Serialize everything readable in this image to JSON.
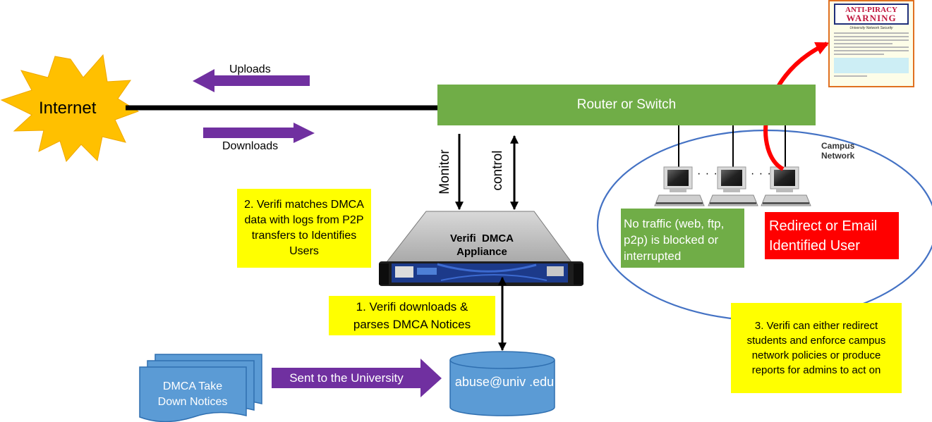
{
  "internet": {
    "label": "Internet"
  },
  "uploads": {
    "label": "Uploads"
  },
  "downloads": {
    "label": "Downloads"
  },
  "router": {
    "label": "Router or Switch"
  },
  "monitor": {
    "label": "Monitor"
  },
  "control": {
    "label": "control"
  },
  "appliance": {
    "label_line1": "Verifi  DMCA",
    "label_line2": "Appliance"
  },
  "step2": {
    "text": "2. Verifi matches DMCA data with logs from P2P transfers to Identifies Users"
  },
  "step1": {
    "text": "1. Verifi downloads & parses DMCA Notices"
  },
  "step3": {
    "text": "3. Verifi can either redirect students and enforce campus network policies or produce reports for admins to act on"
  },
  "campus": {
    "line1": "Campus",
    "line2": "Network"
  },
  "no_traffic": {
    "text": "No traffic (web, ftp, p2p) is blocked or interrupted"
  },
  "redirect": {
    "text": "Redirect or Email Identified User"
  },
  "dmca_notices": {
    "text": "DMCA Take Down Notices"
  },
  "sent": {
    "label": "Sent to the University"
  },
  "abuse": {
    "text": "abuse@univ .edu"
  },
  "warning": {
    "line1": "ANTI-PIRACY",
    "line2": "WARNING",
    "subtitle": "University Network Security"
  },
  "dots": [
    "· · ·",
    "· · ·"
  ],
  "colors": {
    "router_green": "#70ad47",
    "purple_arrow": "#7030a0",
    "highlight_yellow": "#ffff00",
    "alert_red": "#ff0000",
    "shape_blue": "#5b9bd5",
    "campus_outline": "#4472c4",
    "internet_star": "#ffc000"
  }
}
